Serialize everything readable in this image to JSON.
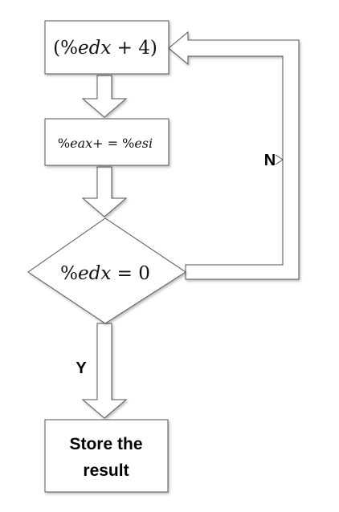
{
  "title": "",
  "nodes": {
    "step1": {
      "prefix": "(%",
      "var": "edx",
      "suffix": " + 4)"
    },
    "step2": {
      "prefix": "%",
      "var": "eax",
      "suffix": "+ = %",
      "var2": "esi"
    },
    "decision": {
      "prefix": "%",
      "var": "edx",
      "suffix": " = 0"
    },
    "end": {
      "line1": "Store the",
      "line2": "result"
    }
  },
  "edges": {
    "no_label": "N",
    "yes_label": "Y"
  }
}
